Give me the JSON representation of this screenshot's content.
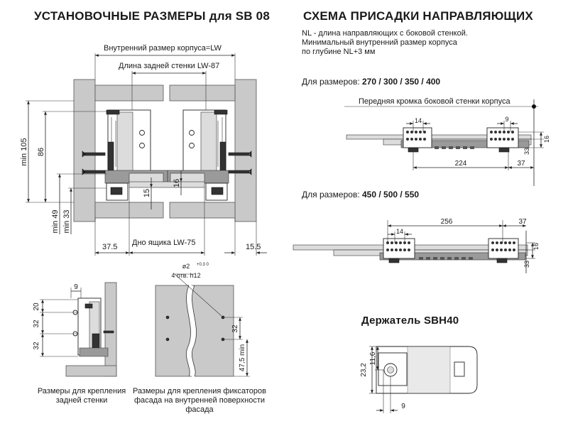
{
  "left": {
    "title": "УСТАНОВОЧНЫЕ РАЗМЕРЫ для SB 08",
    "lw_label": "Внутренний размер корпуса=LW",
    "rear_wall_label": "Длина задней стенки  LW-87",
    "bottom_label": "Дно ящика  LW-75",
    "dim_375": "37.5",
    "dim_155": "15.5",
    "min105": "min 105",
    "dim86": "86",
    "min49": "min 49",
    "min33": "min 33",
    "dim15": "15",
    "dim16": "16"
  },
  "rear_detail": {
    "dim9": "9",
    "dim20": "20",
    "dim32a": "32",
    "dim32b": "32",
    "caption": "Размеры  для крепления задней стенки"
  },
  "front_detail": {
    "hole_label_top": "ø2",
    "hole_tol": "+0.3 0",
    "hole_label_bottom": "4 отв. h12",
    "dim32": "32",
    "dim475": "47,5 min",
    "caption": "Размеры для крепления фиксаторов фасада на внутренней поверхности фасада"
  },
  "right": {
    "title": "СХЕМА ПРИСАДКИ НАПРАВЛЯЮЩИХ",
    "note_line1": "NL - длина направляющих с боковой стенкой.",
    "note_line2": "Минимальный внутренний размер корпуса",
    "note_line3": "по глубине NL+3 мм",
    "sizes1_prefix": "Для размеров:",
    "sizes1_values": "270 / 300 / 350 / 400",
    "front_edge_label": "Передняя кромка боковой стенки корпуса",
    "r1_dim14": "14",
    "r1_dim9": "9",
    "r1_dim224": "224",
    "r1_dim37": "37",
    "r1_dim33": "33",
    "r1_dim16": "16",
    "sizes2_prefix": "Для размеров:",
    "sizes2_values": "450 / 500 / 550",
    "r2_dim37": "37",
    "r2_dim256": "256",
    "r2_dim14": "14",
    "r2_dim33": "33",
    "r2_dim16": "16",
    "holder_title": "Держатель SBH40",
    "h_dim232": "23,2",
    "h_dim116": "11,6",
    "h_dim9": "9"
  }
}
